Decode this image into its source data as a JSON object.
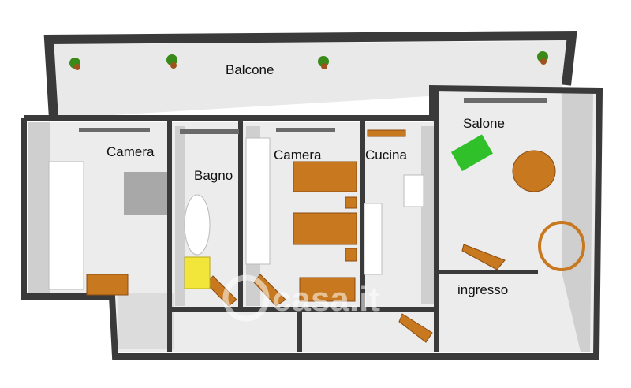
{
  "rooms": {
    "balcone": "Balcone",
    "camera1": "Camera",
    "bagno": "Bagno",
    "camera2": "Camera",
    "cucina": "Cucina",
    "salone": "Salone",
    "ingresso": "ingresso"
  },
  "watermark": "casa.it",
  "colors": {
    "wall": "#3a3a3a",
    "floor": "#e8e8e8",
    "furniture": "#c8781e",
    "sofa": "#2fc02a"
  }
}
